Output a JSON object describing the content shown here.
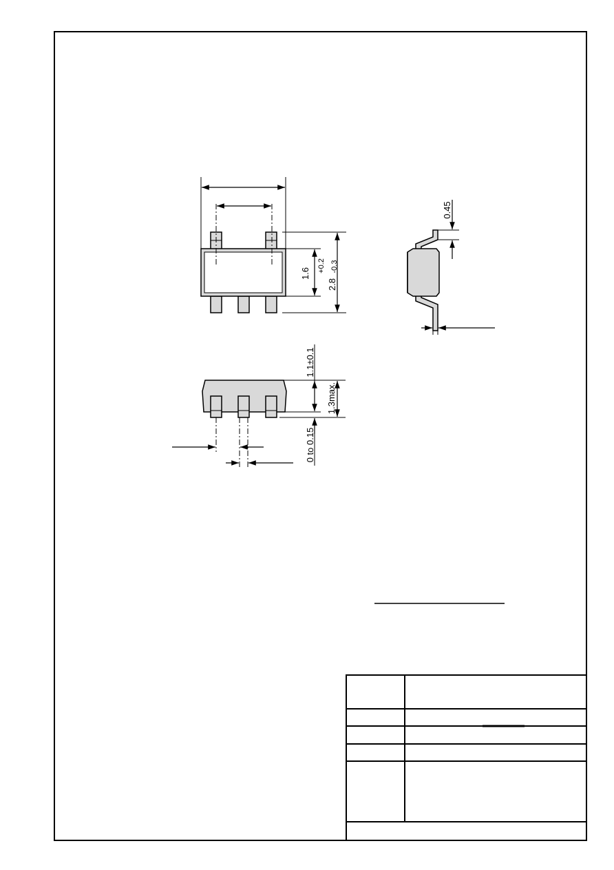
{
  "dimensions": {
    "body_width": "1.6",
    "total_height_main": "2.8",
    "total_height_tol_plus": "+0.2",
    "total_height_tol_minus": "-0.3",
    "lead_thickness": "0.45",
    "body_height": "1.1±0.1",
    "max_height": "1.3max.",
    "standoff": "0 to 0.15"
  },
  "colors": {
    "line": "#000000",
    "body_fill": "#d9d9d9",
    "paper": "#ffffff"
  }
}
